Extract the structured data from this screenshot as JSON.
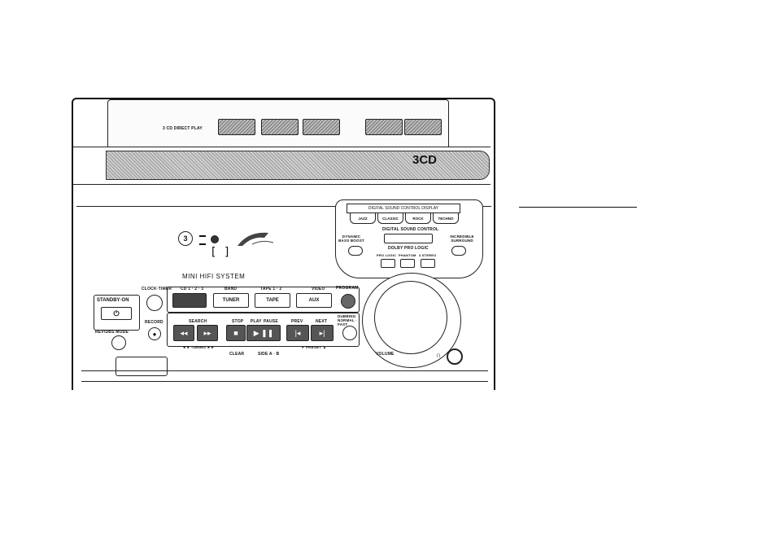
{
  "cd_tray": {
    "direct_play_label": "3 CD DIRECT PLAY",
    "badge": "3CD"
  },
  "display": {
    "title": "MINI HIFI SYSTEM",
    "segment": "[ ]"
  },
  "sources": {
    "cd_label": "CD 1 · 2 · 3",
    "band_label": "BAND",
    "tape_label": "TAPE 1 · 2",
    "video_label": "VIDEO",
    "program_label": "PROGRAM",
    "tuner_button": "TUNER",
    "tape_button": "TAPE",
    "aux_button": "AUX"
  },
  "left_controls": {
    "standby_label": "STANDBY·ON",
    "clock_timer_label": "CLOCK·TIMER",
    "record_label": "RECORD",
    "rec_mode_label": "REV/DBS MODE"
  },
  "transport": {
    "search_label": "SEARCH",
    "stop_label": "STOP",
    "play_label": "PLAY",
    "pause_label": "PAUSE",
    "prev_label": "PREV",
    "next_label": "NEXT",
    "tuning_label": "◄◄ TUNING ►►",
    "clear_label": "CLEAR",
    "side_label": "SIDE A · B",
    "preset_label": "▼ PRESET ▲",
    "dubbing_label": "DUBBING NORMAL · FAST",
    "volume_label": "VOLUME"
  },
  "dsc": {
    "display_label": "DIGITAL SOUND CONTROL DISPLAY",
    "tabs": [
      "JAZZ",
      "CLASSIC",
      "ROCK",
      "TECHNO"
    ],
    "control_label": "DIGITAL SOUND CONTROL",
    "dbb_label": "DYNAMIC BASS BOOST",
    "incredible_label": "INCREDIBLE SURROUND",
    "prologic_label": "DOLBY PRO LOGIC",
    "prologic_modes": [
      "PRO LOGIC",
      "PHANTOM",
      "3 STEREO"
    ]
  }
}
